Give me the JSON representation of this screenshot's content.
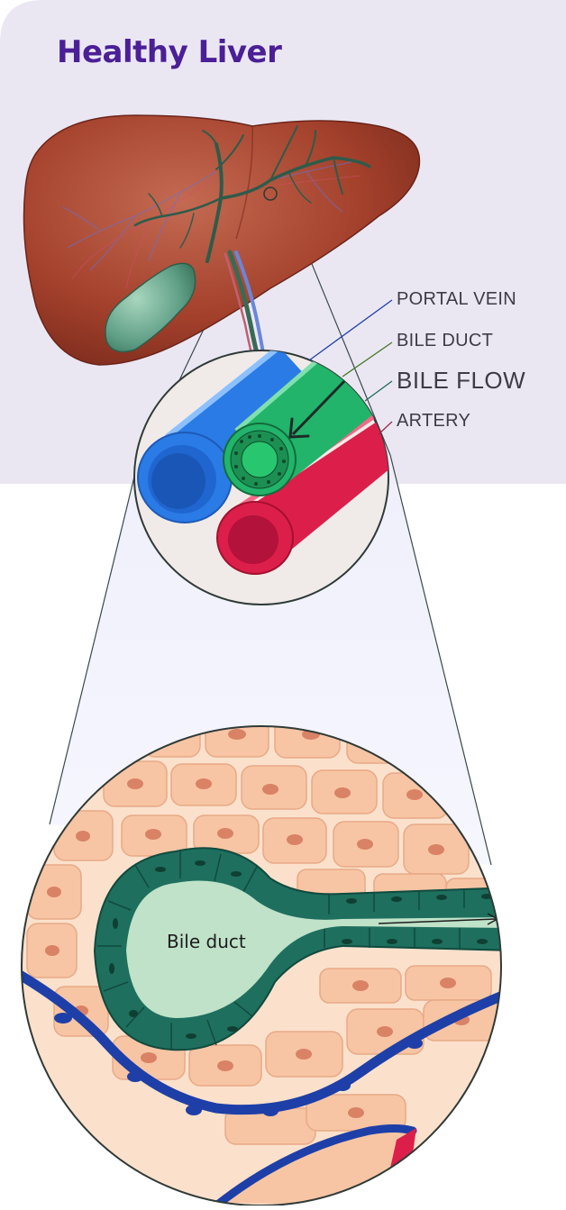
{
  "title": "Healthy Liver",
  "labels": {
    "portal_vein": "PORTAL VEIN",
    "bile_duct": "BILE DUCT",
    "bile_flow": "BILE FLOW",
    "artery": "ARTERY"
  },
  "detail_label": "Bile duct",
  "colors": {
    "title": "#4b1f96",
    "header_bg": "#eae7f3",
    "liver": "#a4412c",
    "gallbladder": "#5f9f86",
    "portal_vein": "#2a7be6",
    "bile_duct": "#22b46a",
    "artery": "#dc1f4a",
    "hepatocyte": "#f7c5a4",
    "duct_epithelium": "#1e6f5e",
    "duct_lumen": "#bfe2c9",
    "vessel": "#1e3fa8"
  }
}
